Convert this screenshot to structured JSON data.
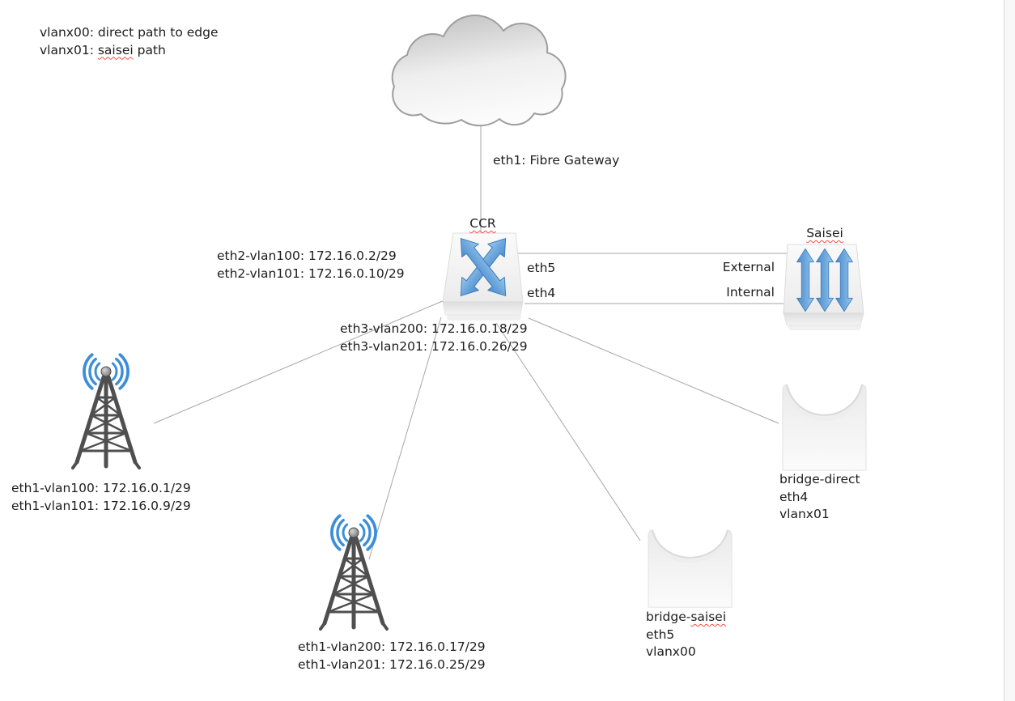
{
  "legend": {
    "line1": "vlanx00: direct path to edge",
    "line2_pre": "vlanx01: ",
    "line2_word": "saisei",
    "line2_post": " path"
  },
  "uplink": {
    "label": "eth1: Fibre Gateway"
  },
  "ccr": {
    "title": "CCR",
    "eth2_labels": [
      "eth2-vlan100: 172.16.0.2/29",
      "eth2-vlan101: 172.16.0.10/29"
    ],
    "eth3_labels": [
      "eth3-vlan200: 172.16.0.18/29",
      "eth3-vlan201: 172.16.0.26/29"
    ],
    "port_eth5": "eth5",
    "port_eth4": "eth4"
  },
  "saisei": {
    "title": "Saisei",
    "label_external": "External",
    "label_internal": "Internal"
  },
  "tower_left": {
    "labels": [
      "eth1-vlan100: 172.16.0.1/29",
      "eth1-vlan101: 172.16.0.9/29"
    ]
  },
  "tower_bottom": {
    "labels": [
      "eth1-vlan200: 172.16.0.17/29",
      "eth1-vlan201: 172.16.0.25/29"
    ]
  },
  "bridge_direct": {
    "title": "bridge-direct",
    "port": "eth4",
    "vlan": "vlanx01"
  },
  "bridge_saisei": {
    "title_pre": "bridge-",
    "title_word": "saisei",
    "port": "eth5",
    "vlan": "vlanx00"
  },
  "icons": {
    "cloud": "internet-cloud",
    "router": "crossed-arrows-router-icon",
    "shaper": "triple-vertical-arrows-icon",
    "tower": "radio-tower-icon",
    "bridge": "concave-bridge-shape"
  },
  "colors": {
    "arrow_blue": "#5B9BD5",
    "wave_blue": "#3D8ED8",
    "line_gray": "#A6A6A6",
    "text": "#1D1D1D",
    "spellcheck_red": "#FF4A42"
  }
}
